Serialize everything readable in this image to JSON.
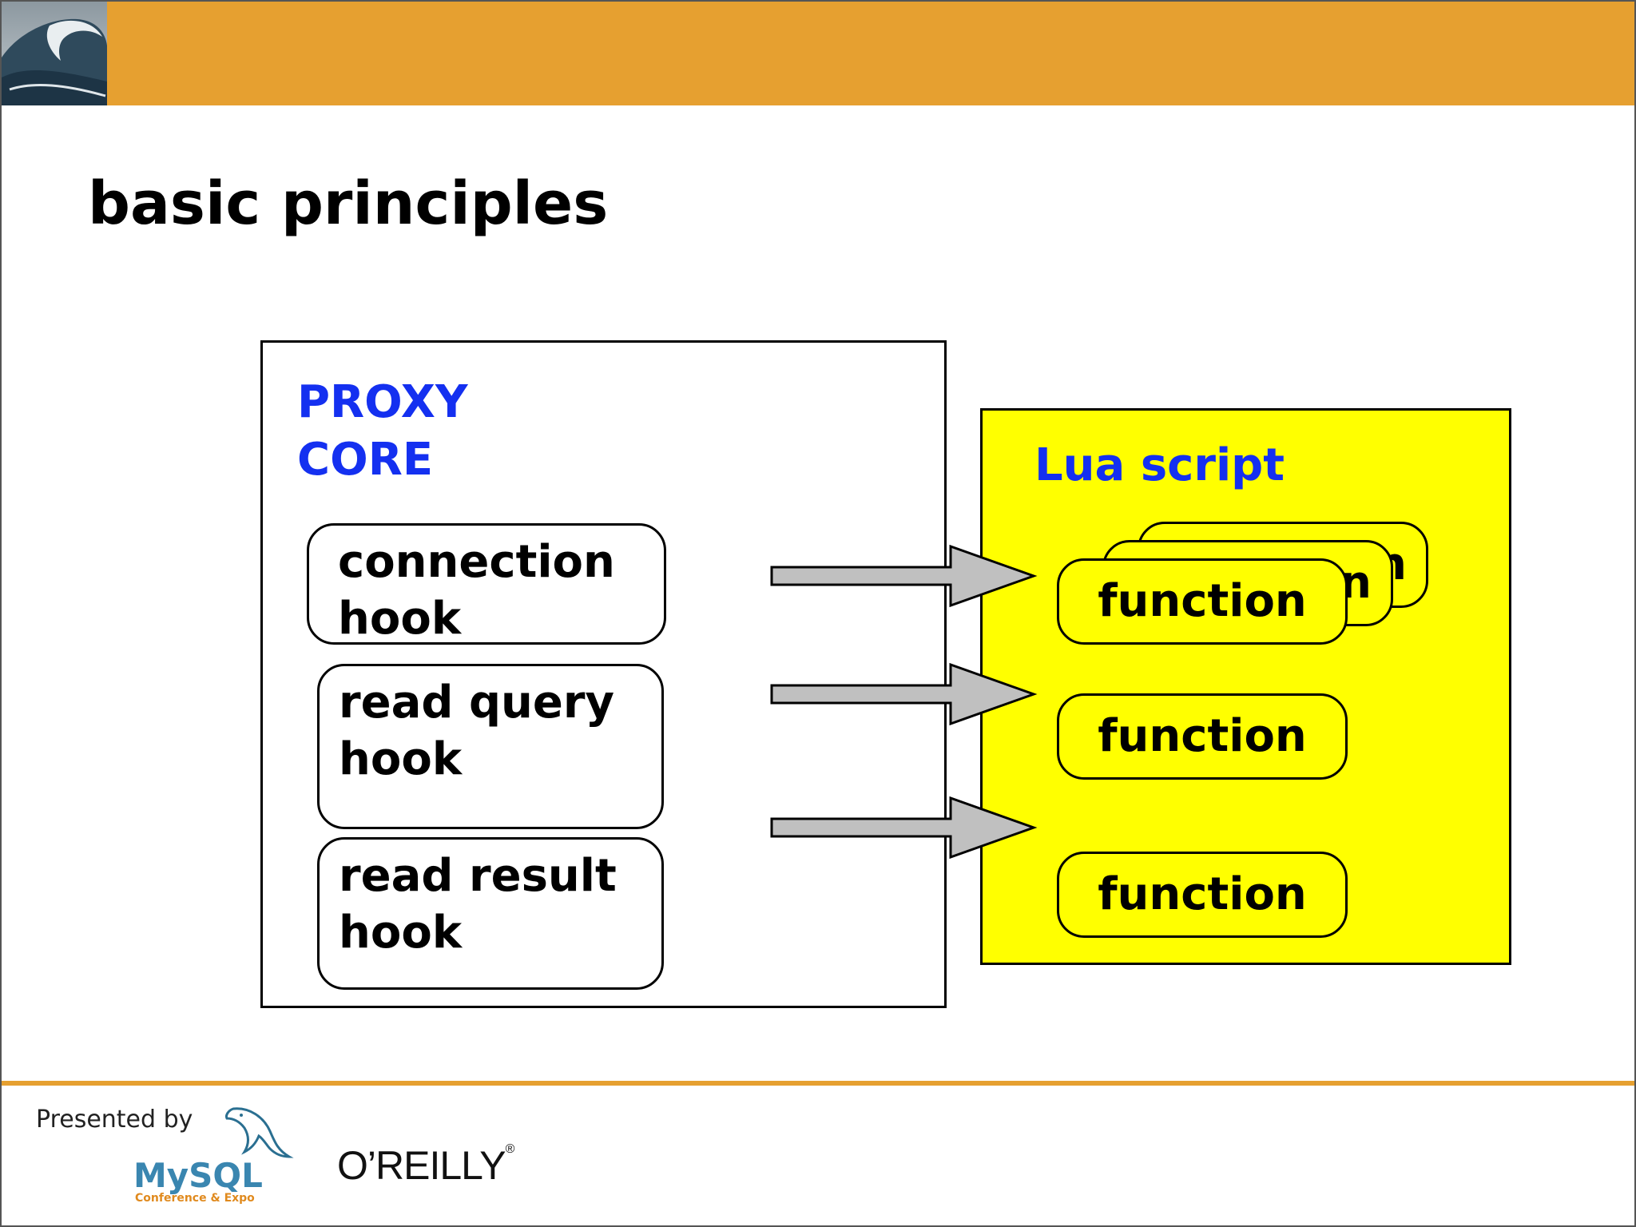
{
  "slide": {
    "title": "basic principles",
    "accent_color": "#e6a030",
    "label_color": "#1430f0",
    "lua_fill_color": "#ffff00",
    "arrow_fill_color": "#c0c0c0"
  },
  "proxy_core": {
    "label": "PROXY\nCORE",
    "hooks": [
      {
        "label": "connection\nhook"
      },
      {
        "label": "read query\nhook"
      },
      {
        "label": "read result\nhook"
      }
    ]
  },
  "lua_script": {
    "label": "Lua script",
    "functions": [
      {
        "label": "function"
      },
      {
        "label": "function"
      },
      {
        "label": "function"
      }
    ]
  },
  "footer": {
    "presented_by": "Presented by",
    "mysql_logo_text": "MySQL",
    "mysql_logo_subtext": "Conference & Expo",
    "oreilly_logo": "O’REILLY",
    "oreilly_trademark": "®"
  }
}
